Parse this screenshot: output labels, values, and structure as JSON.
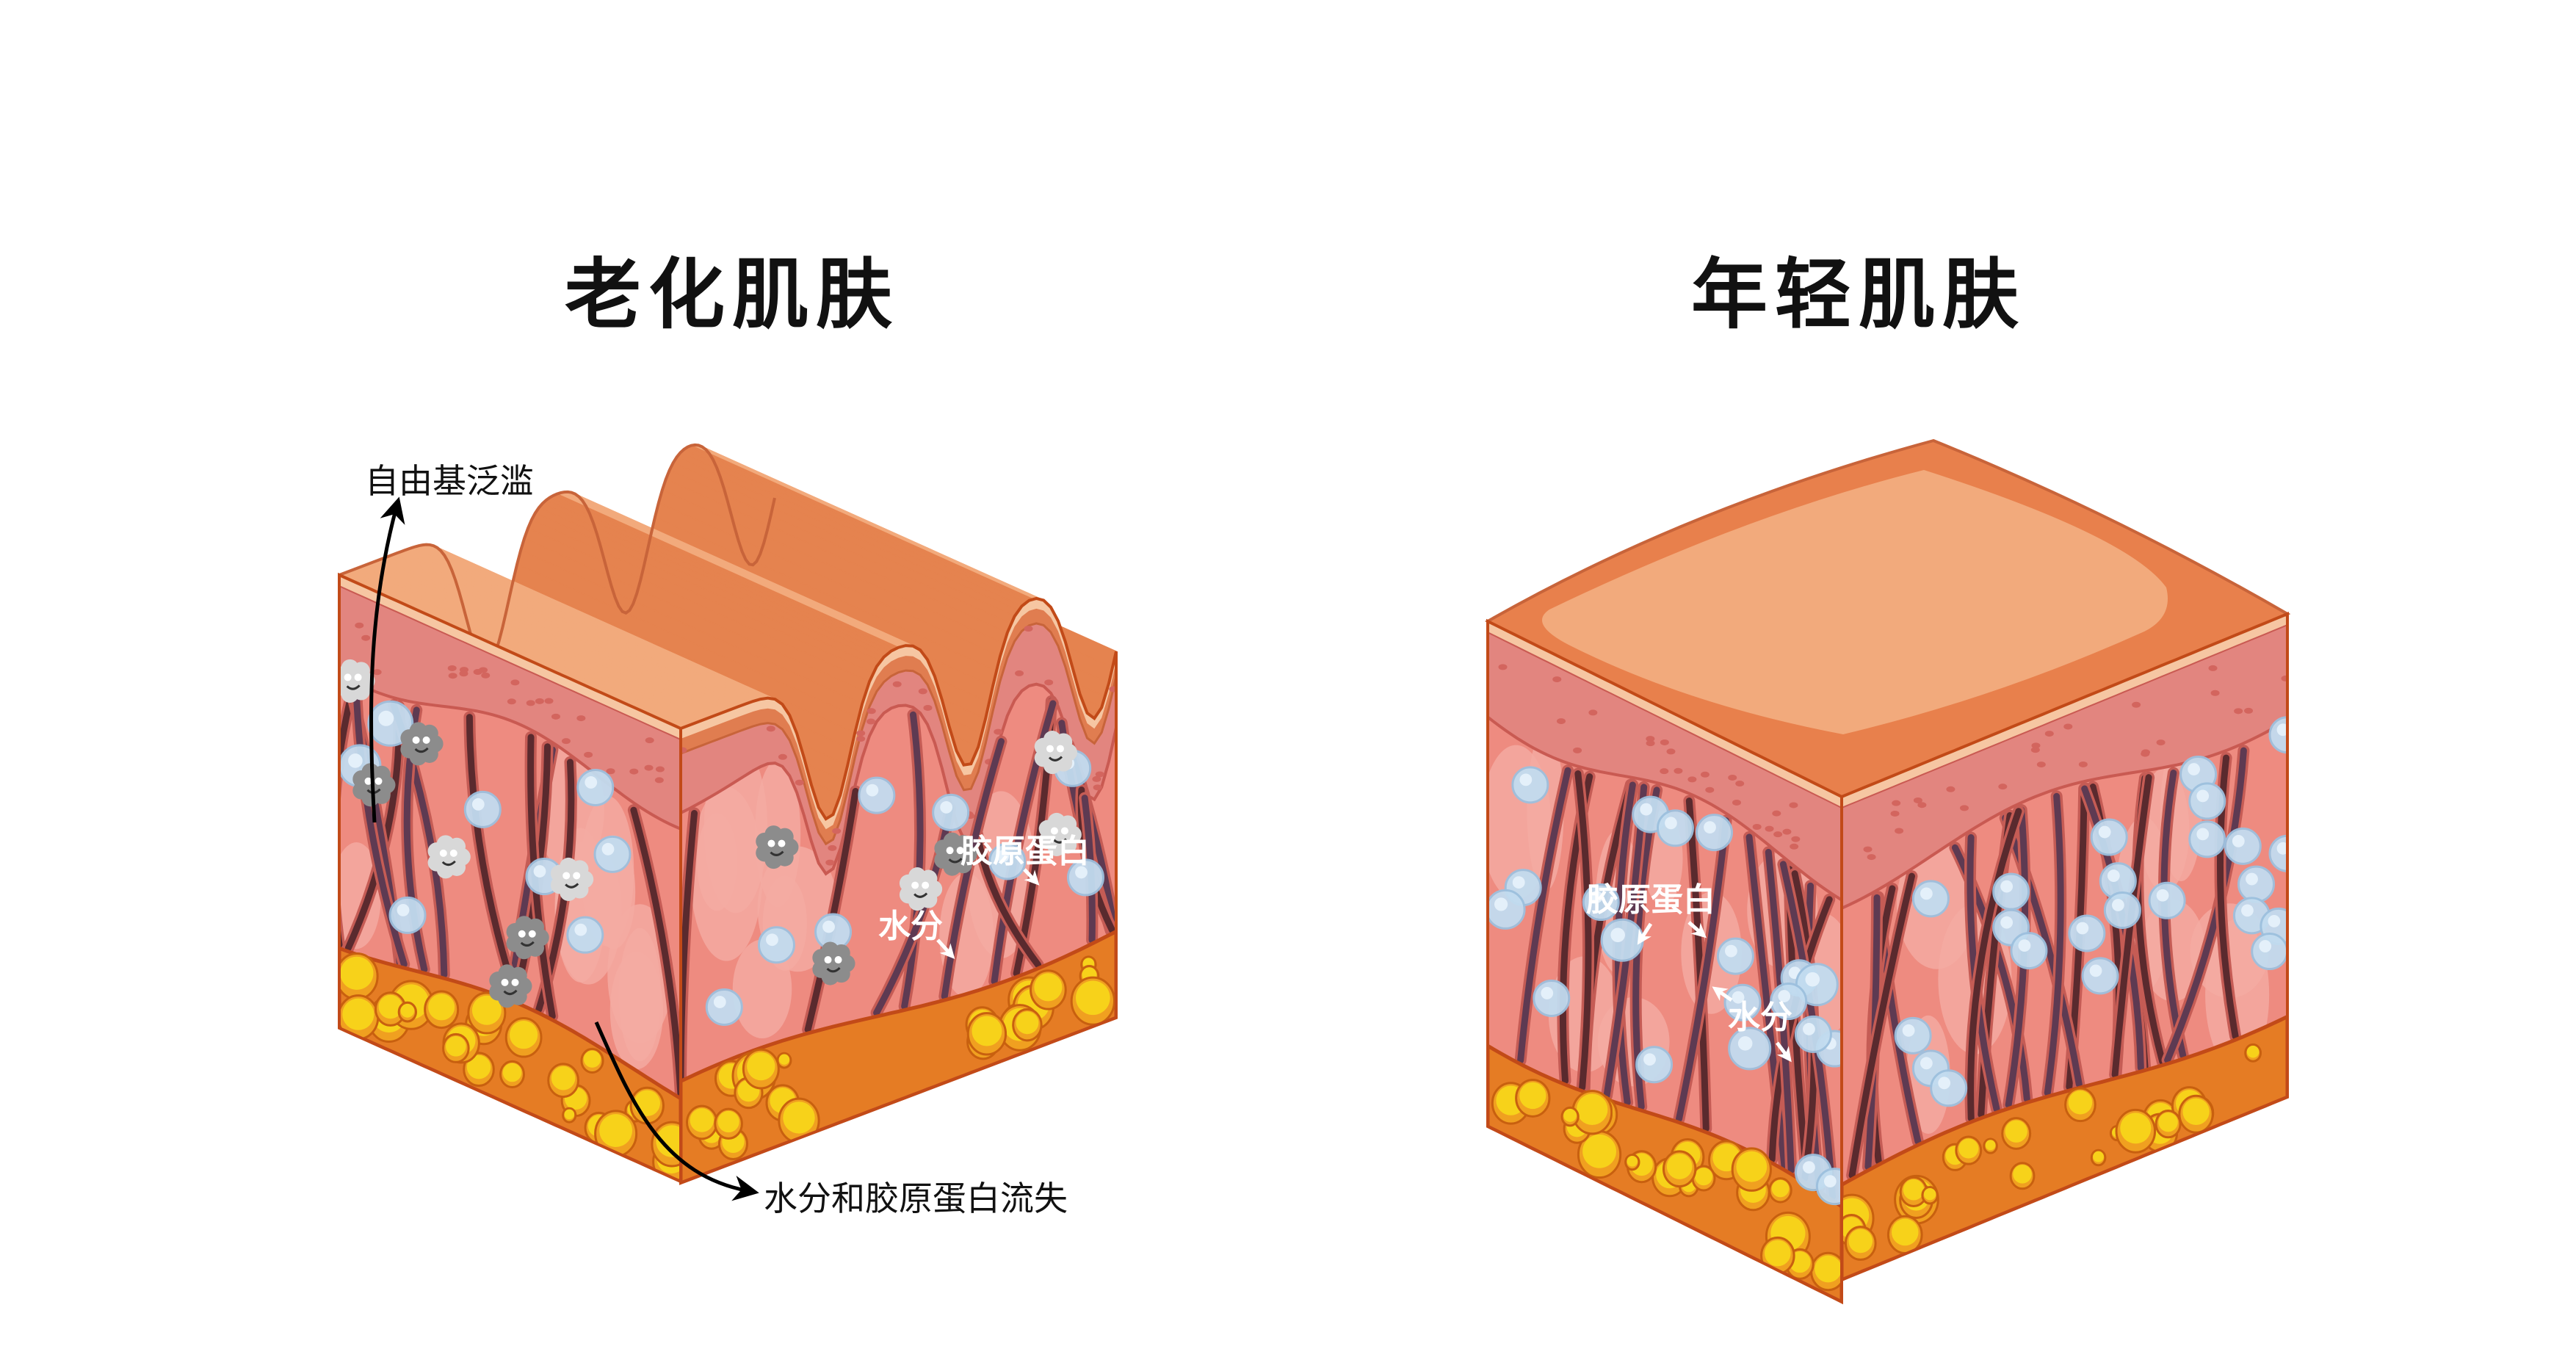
{
  "panels": [
    {
      "title": "老化肌肤",
      "labels": {
        "free_radicals": "自由基泛滥",
        "loss": "水分和胶原蛋白流失",
        "collagen": "胶原蛋白",
        "water": "水分"
      }
    },
    {
      "title": "年轻肌肤",
      "labels": {
        "collagen": "胶原蛋白",
        "water": "水分"
      }
    }
  ],
  "colors": {
    "skin_surface": "#f2aa7c",
    "skin_fold": "#e5834f",
    "epidermis": "#e2857f",
    "dermis": "#ee8b80",
    "collagen_fiber": "#5a2a2e",
    "water_bubble": "#c2dcf0",
    "fat_layer": "#e57c24",
    "fat_globule": "#f7d21a",
    "free_radical": "#a9a9a9"
  }
}
